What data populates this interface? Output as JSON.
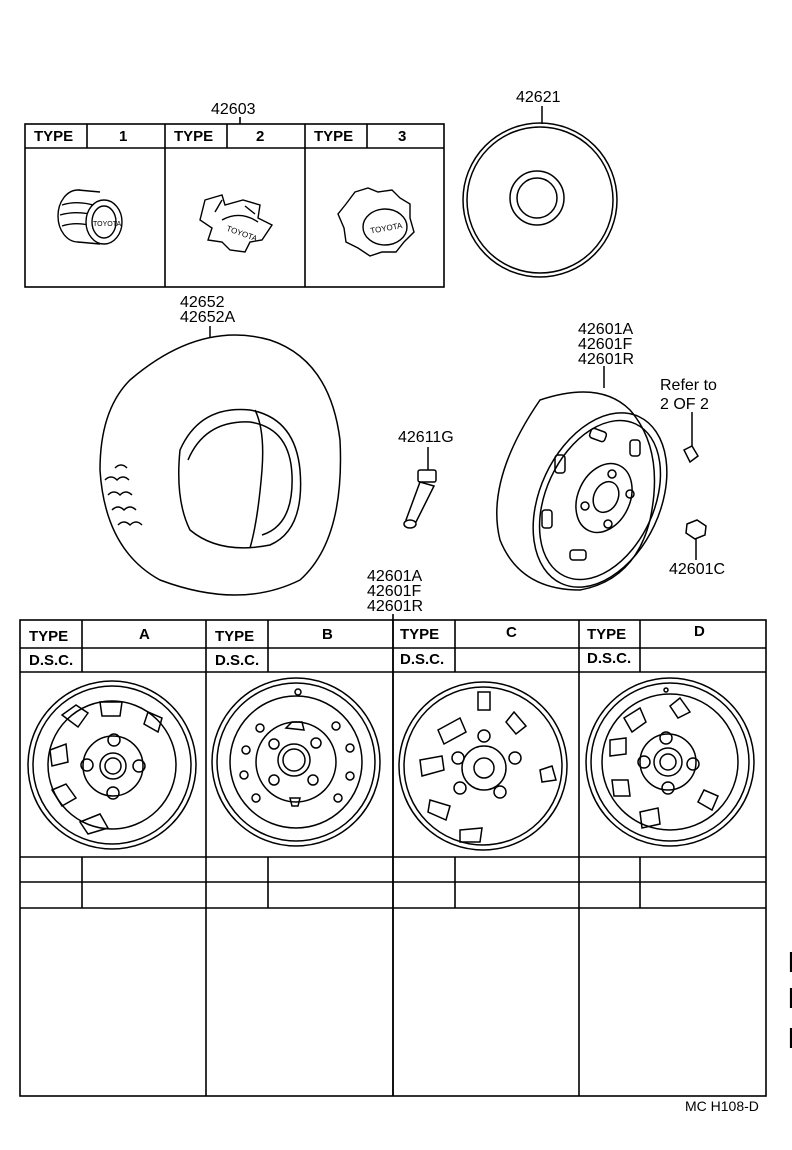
{
  "title": "",
  "hubcap_group": {
    "part_no": "42603",
    "types": [
      {
        "type_label": "TYPE",
        "type_value": "1",
        "logo": "TOYOTA"
      },
      {
        "type_label": "TYPE",
        "type_value": "2",
        "logo": "TOYOTA"
      },
      {
        "type_label": "TYPE",
        "type_value": "3",
        "logo": "TOYOTA"
      }
    ]
  },
  "parts": {
    "ornament": "42621",
    "tire": [
      "42652",
      "42652A"
    ],
    "valve": "42611G",
    "wheel": [
      "42601A",
      "42601F",
      "42601R"
    ],
    "refer": [
      "Refer to",
      "2 OF 2"
    ],
    "nut": "42601C",
    "wheel_table": [
      "42601A",
      "42601F",
      "42601R"
    ]
  },
  "wheel_table": {
    "type_label": "TYPE",
    "dsc_label": "D.S.C.",
    "types": [
      "A",
      "B",
      "C",
      "D"
    ]
  },
  "footer": {
    "code": "MC H108-D"
  },
  "icons": [
    "hubcap-1-icon",
    "hubcap-2-icon",
    "hubcap-3-icon",
    "ornament-icon",
    "tire-icon",
    "valve-icon",
    "wheel-icon",
    "nut-icon",
    "wheel-type-a-icon",
    "wheel-type-b-icon",
    "wheel-type-c-icon",
    "wheel-type-d-icon"
  ]
}
